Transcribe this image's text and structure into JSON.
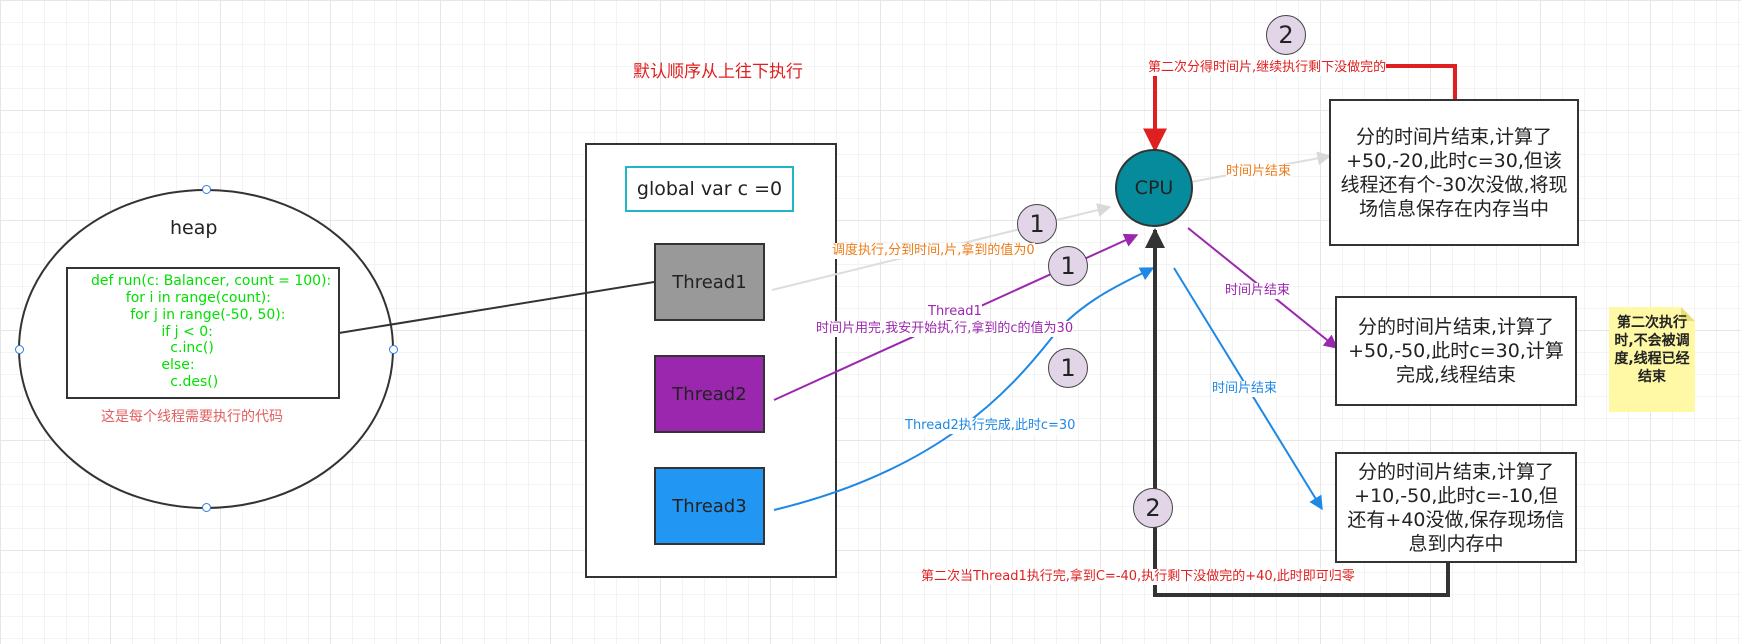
{
  "colors": {
    "cpu": "#058b9c",
    "thread1": "#999999",
    "thread2": "#9b27af",
    "thread3": "#2196f3",
    "orange": "#ec7d1a",
    "purple": "#9b27af",
    "blue": "#1e88e5",
    "red": "#e02020",
    "note": "#fff9a6",
    "code": "#00e000"
  },
  "title_note": "默认顺序从上往下执行",
  "heap": {
    "title": "heap",
    "code_lines": [
      "def run(c: Balancer, count = 100):",
      "    for i in range(count):",
      "     for j in range(-50, 50):",
      "            if j < 0:",
      "              c.inc()",
      "            else:",
      "              c.des()"
    ],
    "caption": "这是每个线程需要执行的代码"
  },
  "global_var": "global var c =0",
  "threads": [
    "Thread1",
    "Thread2",
    "Thread3"
  ],
  "cpu_label": "CPU",
  "badges": {
    "one": "1",
    "two": "2"
  },
  "edge_labels": {
    "t1": "调度执行,分到时间,片,拿到的值为0",
    "t2_line1": "Thread1",
    "t2_line2": "时间片用完,我安开始执,行,拿到的c的值为30",
    "t3": "Thread2执行完成,此时c=30",
    "slice_end": "时间片结束",
    "second_top": "第二次分得时间片,继续执行剩下没做完的",
    "second_bottom": "第二次当Thread1执行完,拿到C=-40,执行剩下没做完的+40,此时即可归零"
  },
  "results": {
    "r1": "分的时间片结束,计算了+50,-20,此时c=30,但该线程还有个-30次没做,将现场信息保存在内存当中",
    "r2": "分的时间片结束,计算了+50,-50,此时c=30,计算完成,线程结束",
    "r3": "分的时间片结束,计算了+10,-50,此时c=-10,但还有+40没做,保存现场信息到内存中"
  },
  "sticky_note": "第二次执行时,不会被调度,线程已经结束"
}
